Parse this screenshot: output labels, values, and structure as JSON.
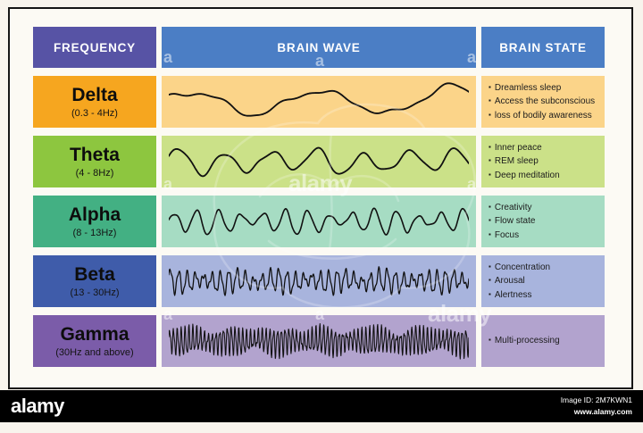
{
  "header": {
    "frequency": "FREQUENCY",
    "brain_wave": "BRAIN WAVE",
    "brain_state": "BRAIN STATE"
  },
  "header_colors": {
    "frequency": "#5753a5",
    "brain_wave": "#4b7ec5",
    "brain_state": "#4b7ec5"
  },
  "rows": [
    {
      "name": "Delta",
      "range": "(0.3 - 4Hz)",
      "states": [
        "Dreamless sleep",
        "Access the subconscious",
        "loss of bodily awareness"
      ],
      "colors": {
        "label": "#f6a61f",
        "band": "#fbd489"
      },
      "wave": {
        "cycles": 2.3,
        "phase": 0.6,
        "base": 0.3,
        "env_amp": 0.35,
        "env_cycles": 1.4,
        "env_phase": 0.4,
        "tilt": 0.3,
        "sub": 0.15,
        "sub_cycles": 5.2,
        "jitter": 0.06,
        "jitter_cycles": 11,
        "amp": 0.7,
        "stroke": 1.8,
        "steps": 260
      }
    },
    {
      "name": "Theta",
      "range": "(4 - 8Hz)",
      "states": [
        "Inner peace",
        "REM sleep",
        "Deep meditation"
      ],
      "colors": {
        "label": "#8dc63f",
        "band": "#cbe188"
      },
      "wave": {
        "cycles": 6.5,
        "phase": 0.2,
        "base": 0.45,
        "env_amp": 0.35,
        "env_cycles": 2.3,
        "env_phase": 0.9,
        "tilt": 0,
        "sub": 0.18,
        "sub_cycles": 2.2,
        "jitter": 0.1,
        "jitter_cycles": 14,
        "amp": 0.62,
        "stroke": 1.8,
        "steps": 320
      }
    },
    {
      "name": "Alpha",
      "range": "(8 - 13Hz)",
      "states": [
        "Creativity",
        "Flow state",
        "Focus"
      ],
      "colors": {
        "label": "#43b083",
        "band": "#a6dcc3"
      },
      "wave": {
        "cycles": 13.5,
        "phase": 0,
        "base": 0.22,
        "env_amp": 0.65,
        "env_cycles": 3.4,
        "env_phase": 0.2,
        "tilt": 0,
        "sub": 0.08,
        "sub_cycles": 3.1,
        "jitter": 0.07,
        "jitter_cycles": 31,
        "amp": 0.6,
        "stroke": 1.6,
        "steps": 420
      }
    },
    {
      "name": "Beta",
      "range": "(13 - 30Hz)",
      "states": [
        "Concentration",
        "Arousal",
        "Alertness"
      ],
      "colors": {
        "label": "#3f5caa",
        "band": "#a8b4dd"
      },
      "wave": {
        "cycles": 36,
        "phase": 0.3,
        "base": 0.3,
        "env_amp": 0.55,
        "env_cycles": 5.7,
        "env_phase": 1.1,
        "tilt": 0,
        "sub": 0.12,
        "sub_cycles": 8.3,
        "jitter": 0.22,
        "jitter_cycles": 83,
        "amp": 0.55,
        "stroke": 1.3,
        "steps": 560
      }
    },
    {
      "name": "Gamma",
      "range": "(30Hz and above)",
      "states": [
        "Multi-processing"
      ],
      "colors": {
        "label": "#7b5ca9",
        "band": "#b2a3ce"
      },
      "wave": {
        "cycles": 78,
        "phase": 0,
        "base": 0.45,
        "env_amp": 0.45,
        "env_cycles": 6.4,
        "env_phase": 0.5,
        "tilt": 0,
        "sub": 0.1,
        "sub_cycles": 9.7,
        "jitter": 0.28,
        "jitter_cycles": 151,
        "amp": 0.6,
        "stroke": 1.1,
        "steps": 800
      }
    }
  ],
  "watermark": {
    "letter": "a",
    "word": "alamy",
    "image_id": "Image ID: 2M7KWN1",
    "site": "www.alamy.com",
    "logo": "alamy"
  },
  "chart_data": {
    "type": "table",
    "title": "Brain wave frequency chart",
    "columns": [
      "FREQUENCY",
      "BRAIN WAVE",
      "BRAIN STATE"
    ],
    "rows": [
      {
        "frequency": "Delta (0.3 - 4Hz)",
        "brain_wave": "slow high-amplitude wave, ~2-3 cycles shown",
        "brain_state": [
          "Dreamless sleep",
          "Access the subconscious",
          "loss of bodily awareness"
        ]
      },
      {
        "frequency": "Theta (4 - 8Hz)",
        "brain_wave": "moderate wave, ~6-7 cycles shown",
        "brain_state": [
          "Inner peace",
          "REM sleep",
          "Deep meditation"
        ]
      },
      {
        "frequency": "Alpha (8 - 13Hz)",
        "brain_wave": "spindle-like wave with varying amplitude, ~13 cycles shown",
        "brain_state": [
          "Creativity",
          "Flow state",
          "Focus"
        ]
      },
      {
        "frequency": "Beta (13 - 30Hz)",
        "brain_wave": "fast irregular wave, ~36 cycles shown",
        "brain_state": [
          "Concentration",
          "Arousal",
          "Alertness"
        ]
      },
      {
        "frequency": "Gamma (30Hz and above)",
        "brain_wave": "very dense high-frequency wave, ~78 cycles shown",
        "brain_state": [
          "Multi-processing"
        ]
      }
    ]
  }
}
